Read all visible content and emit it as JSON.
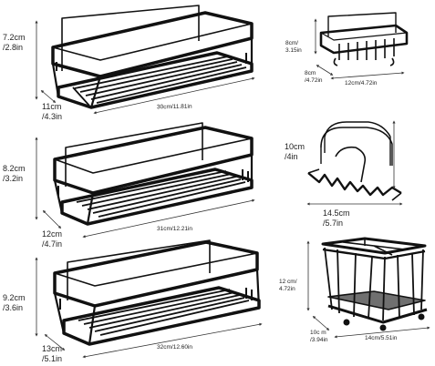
{
  "products": {
    "shelf_top": {
      "height": "7.2cm\n/2.8in",
      "depth": "11cm\n/4.3in",
      "width": "30cm/11.81in"
    },
    "shelf_mid": {
      "height": "8.2cm\n/3.2in",
      "depth": "12cm\n/4.7in",
      "width": "31cm/12.21in"
    },
    "shelf_bottom": {
      "height": "9.2cm\n/3.6in",
      "depth": "13cm\n/5.1in",
      "width": "32cm/12.60in"
    },
    "soap_dish": {
      "height": "8cm/\n3.15in",
      "depth": "8cm\n/4.72in",
      "width": "12cm/4.72in"
    },
    "razor_holder": {
      "height": "10cm\n/4in",
      "width": "14.5cm\n/5.7in"
    },
    "toothbrush_holder": {
      "height": "12 cm/\n4.72in",
      "depth": "10c m\n/3.94in",
      "width": "14cm/5.51in"
    }
  },
  "colors": {
    "metal": "#111111",
    "dim_line": "#333333",
    "background": "#ffffff"
  }
}
